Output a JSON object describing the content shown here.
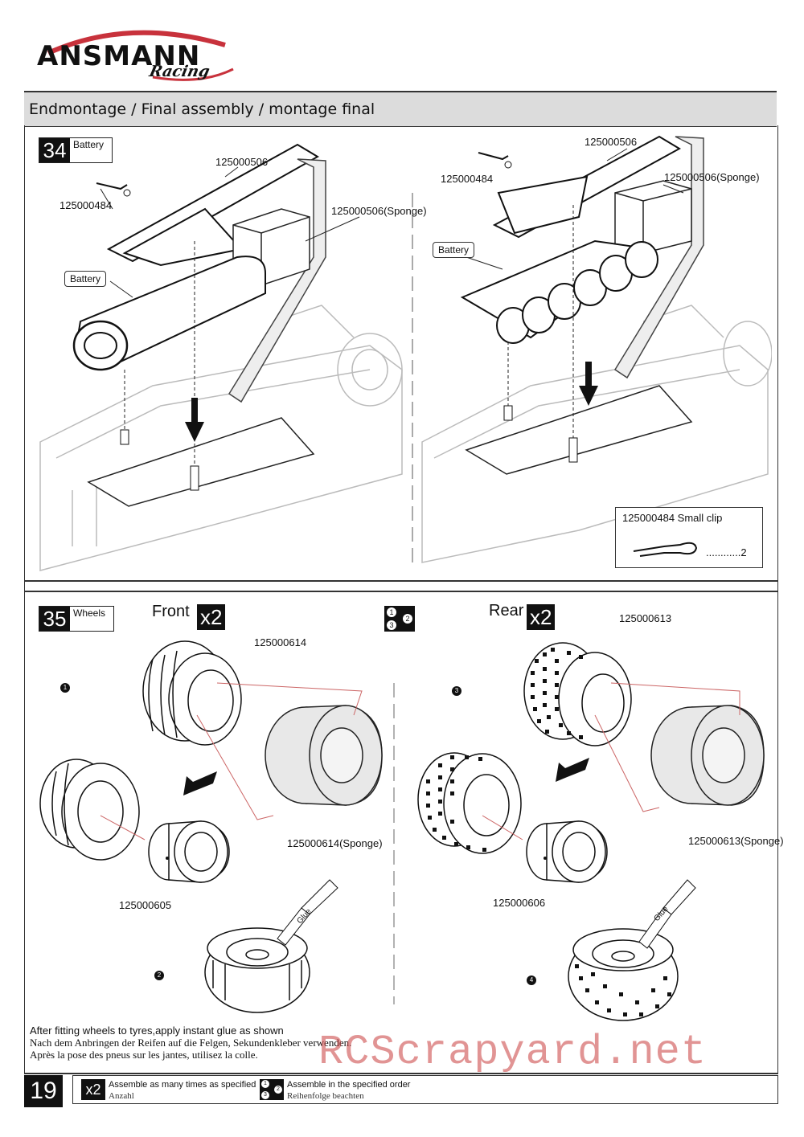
{
  "brand": {
    "name": "ANSMANN",
    "sub": "Racing"
  },
  "header": {
    "title": "Endmontage / Final assembly / montage final"
  },
  "step34": {
    "number": "34",
    "label": "Battery",
    "left": {
      "part_top": "125000506",
      "part_clip": "125000484",
      "part_sponge": "125000506(Sponge)",
      "callout": "Battery"
    },
    "right": {
      "part_top": "125000506",
      "part_clip": "125000484",
      "part_sponge": "125000506(Sponge)",
      "callout": "Battery"
    },
    "clipbox": {
      "title": "125000484  Small clip",
      "qty": "............2"
    }
  },
  "step35": {
    "number": "35",
    "label": "Wheels",
    "front": {
      "word": "Front",
      "mult": "x2",
      "tyre": "125000614",
      "sponge": "125000614(Sponge)",
      "rim": "125000605"
    },
    "rear": {
      "word": "Rear",
      "mult": "x2",
      "tyre": "125000613",
      "sponge": "125000613(Sponge)",
      "rim": "125000606"
    },
    "order_icon": [
      "1",
      "2",
      "3"
    ],
    "steps": [
      "1",
      "2",
      "3",
      "4"
    ],
    "glue": "Glue"
  },
  "note": {
    "en": "After fitting wheels to tyres,apply instant glue as shown",
    "de": "Nach dem Anbringen der Reifen auf die Felgen, Sekundenkleber verwenden.",
    "fr": "Après la pose des pneus sur les jantes, utilisez la colle."
  },
  "footer": {
    "page": "19",
    "mult_icon": "x2",
    "mult_en": "Assemble as many times as specified",
    "mult_de": "Anzahl",
    "order_en": "Assemble in the specified order",
    "order_de": "Reihenfolge beachten"
  },
  "watermark": "RCScrapyard.net"
}
